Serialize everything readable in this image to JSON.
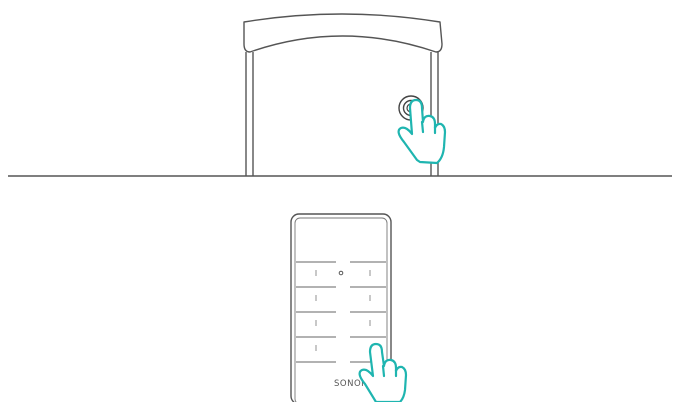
{
  "illustration": {
    "brand_label": "SONOFF",
    "colors": {
      "line": "#555555",
      "door_fill": "#ffffff",
      "accent": "#1fb5b0"
    },
    "icons": [
      "door-with-button",
      "remote-control",
      "hand-pressing-icon"
    ]
  }
}
